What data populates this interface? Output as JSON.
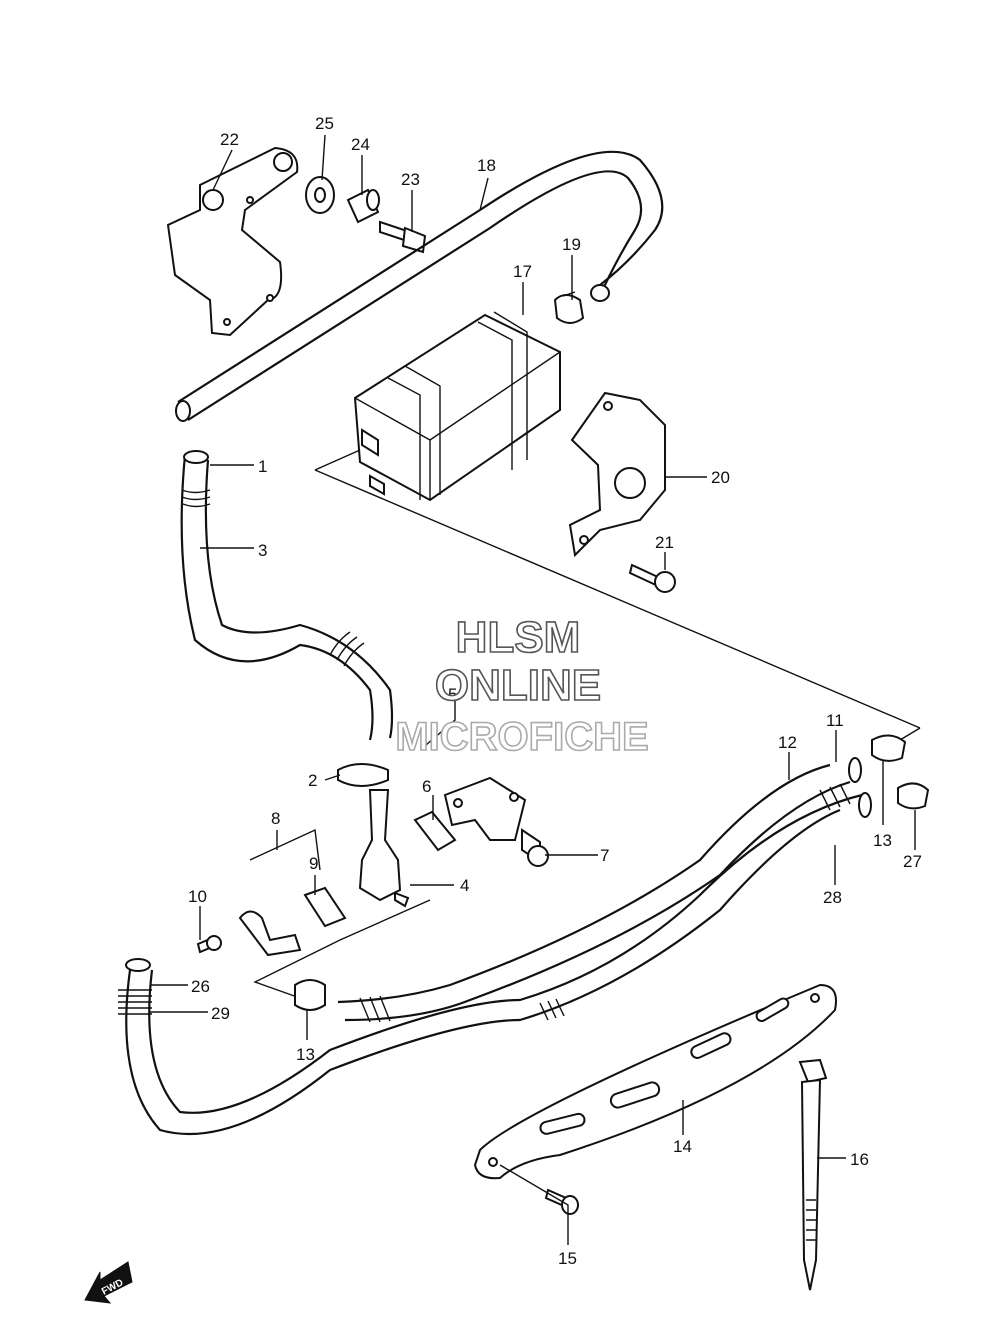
{
  "watermark": {
    "line1": "HLSM",
    "line2": "ONLINE",
    "line3": "MICROFICHE"
  },
  "direction_badge": "FWD",
  "callouts": [
    {
      "id": "c1",
      "label": "1"
    },
    {
      "id": "c2",
      "label": "2"
    },
    {
      "id": "c3",
      "label": "3"
    },
    {
      "id": "c4",
      "label": "4"
    },
    {
      "id": "c5",
      "label": "5"
    },
    {
      "id": "c6",
      "label": "6"
    },
    {
      "id": "c7",
      "label": "7"
    },
    {
      "id": "c8",
      "label": "8"
    },
    {
      "id": "c9",
      "label": "9"
    },
    {
      "id": "c10",
      "label": "10"
    },
    {
      "id": "c11",
      "label": "11"
    },
    {
      "id": "c12",
      "label": "12"
    },
    {
      "id": "c13a",
      "label": "13"
    },
    {
      "id": "c13b",
      "label": "13"
    },
    {
      "id": "c14",
      "label": "14"
    },
    {
      "id": "c15",
      "label": "15"
    },
    {
      "id": "c16",
      "label": "16"
    },
    {
      "id": "c17",
      "label": "17"
    },
    {
      "id": "c18",
      "label": "18"
    },
    {
      "id": "c19",
      "label": "19"
    },
    {
      "id": "c20",
      "label": "20"
    },
    {
      "id": "c21",
      "label": "21"
    },
    {
      "id": "c22",
      "label": "22"
    },
    {
      "id": "c23",
      "label": "23"
    },
    {
      "id": "c24",
      "label": "24"
    },
    {
      "id": "c25",
      "label": "25"
    },
    {
      "id": "c26",
      "label": "26"
    },
    {
      "id": "c27",
      "label": "27"
    },
    {
      "id": "c28",
      "label": "28"
    },
    {
      "id": "c29",
      "label": "29"
    }
  ]
}
